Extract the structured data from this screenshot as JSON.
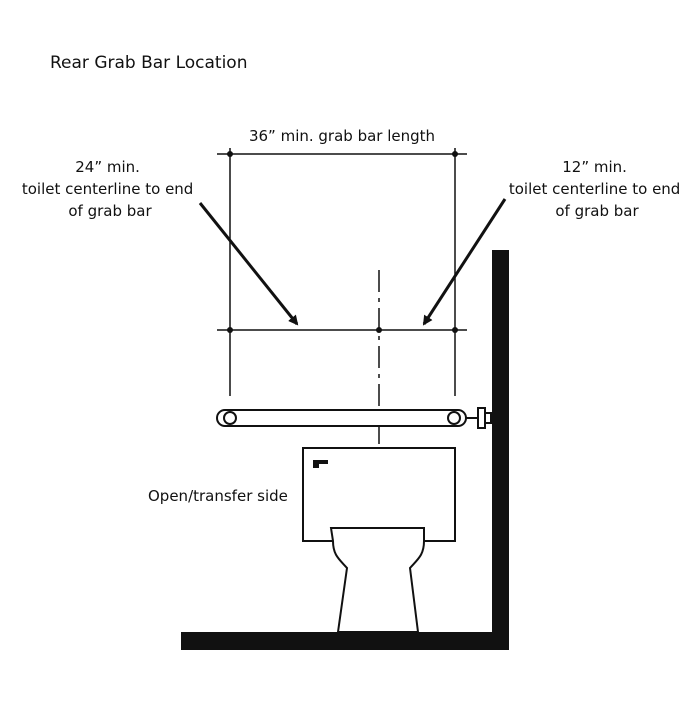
{
  "title": "Rear Grab Bar Location",
  "dimensions": {
    "bar_length_label": "36” min. grab bar length",
    "left_offset": {
      "value": "24” min.",
      "line2": "toilet centerline to end",
      "line3": "of grab bar"
    },
    "right_offset": {
      "value": "12” min.",
      "line2": "toilet centerline to end",
      "line3": "of grab bar"
    }
  },
  "open_side_label": "Open/transfer side",
  "colors": {
    "ink": "#111111",
    "background": "#ffffff"
  }
}
